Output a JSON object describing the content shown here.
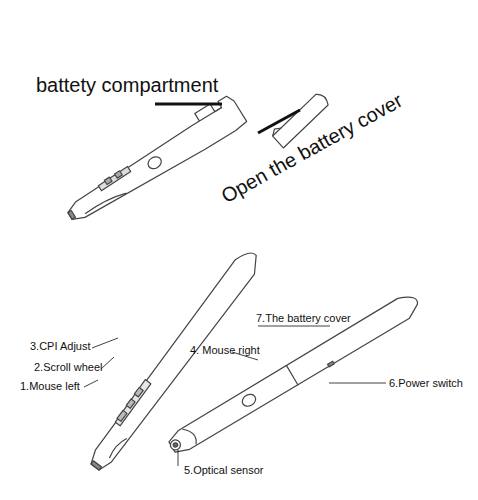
{
  "diagram": {
    "labels": [
      "battety compartment",
      "Open the battery cover",
      "3.CPI Adjust",
      "2.Scroll wheel",
      "1.Mouse left",
      "4. Mouse right",
      "7.The battery cover",
      "6.Power switch",
      "5.Optical sensor"
    ]
  }
}
